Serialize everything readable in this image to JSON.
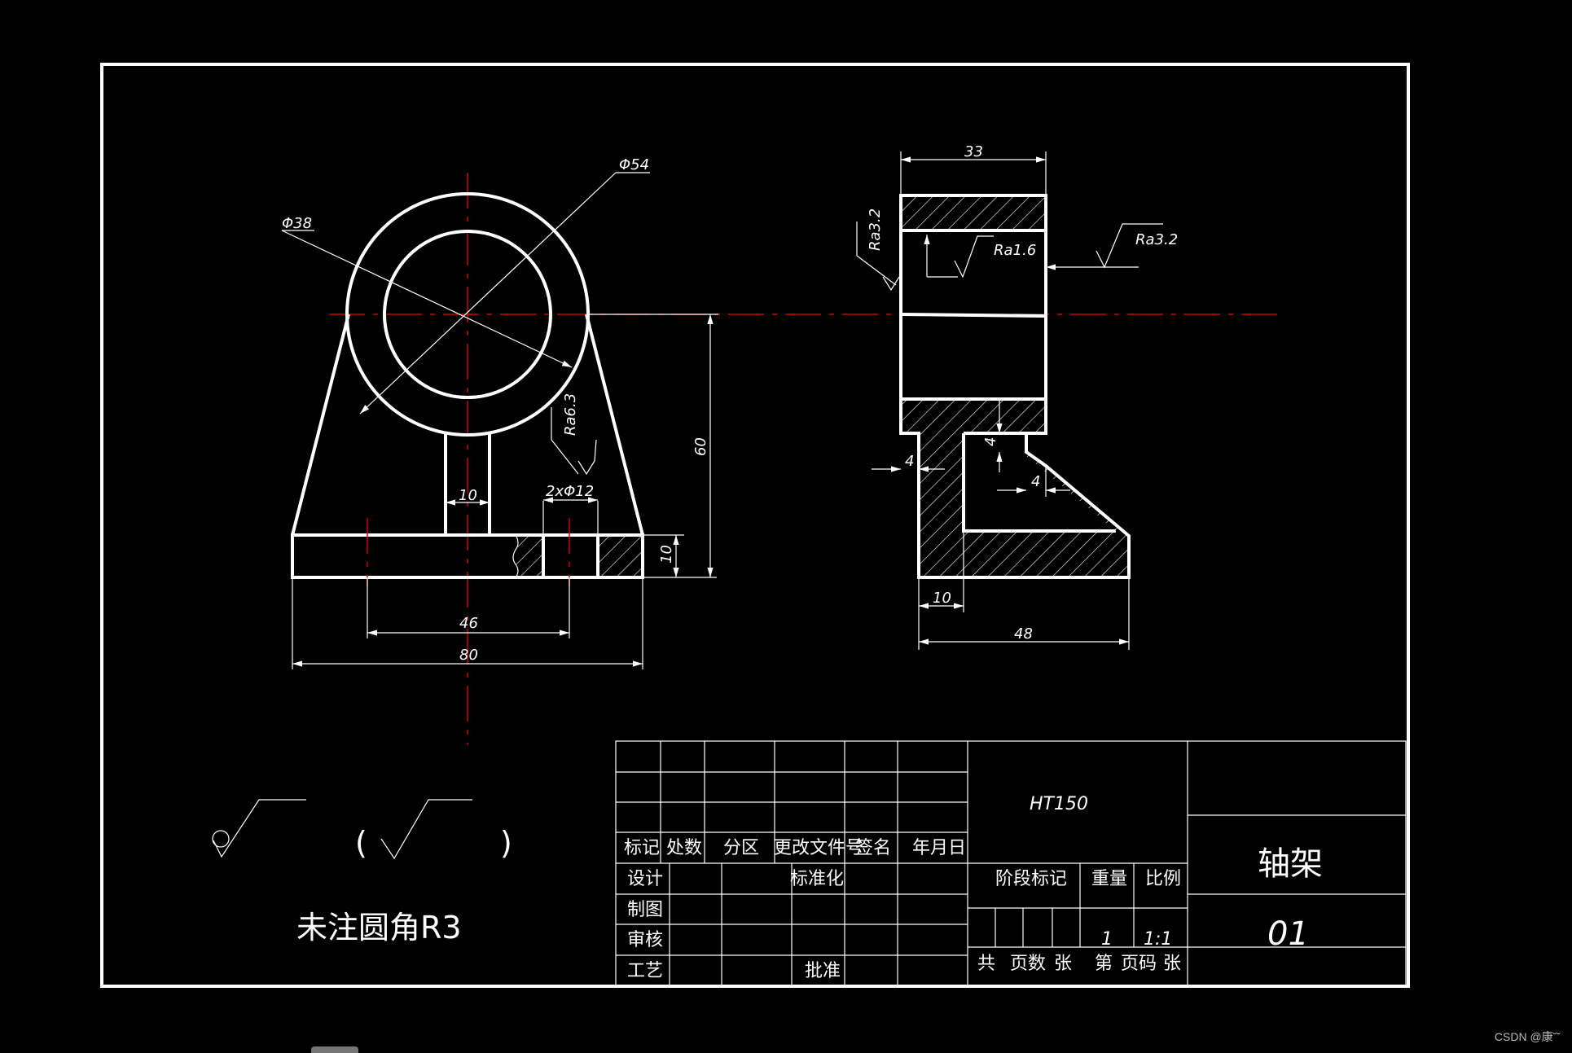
{
  "dimensions": {
    "outer_dia": "Φ54",
    "inner_dia": "Φ38",
    "rib_width": "10",
    "holes": "2xΦ12",
    "hole_spacing": "46",
    "base_width": "80",
    "base_thickness": "10",
    "center_height": "60",
    "side_width": "33",
    "side_gap_a": "4",
    "side_gap_b": "4",
    "side_gap_c": "4",
    "side_wall": "10",
    "side_base": "48"
  },
  "roughness": {
    "front_hole": "Ra6.3",
    "side_top": "Ra3.2",
    "side_bore": "Ra1.6",
    "side_right": "Ra3.2"
  },
  "notes": {
    "fillet": "未注圆角R3",
    "paren_open": "(",
    "paren_close": ")"
  },
  "title_block": {
    "headers": [
      "标记",
      "处数",
      "分区",
      "更改文件号",
      "签名",
      "年月日"
    ],
    "design": "设计",
    "standardization": "标准化",
    "drawing": "制图",
    "review": "审核",
    "process": "工艺",
    "approval": "批准",
    "material": "HT150",
    "stage_mark": "阶段标记",
    "weight": "重量",
    "scale": "比例",
    "weight_value": "1",
    "scale_value": "1:1",
    "total": "共",
    "pages": "页数",
    "sheet1": "张",
    "no": "第",
    "page_no": "页码",
    "sheet2": "张",
    "part_name": "轴架",
    "part_number": "01"
  },
  "watermark": "CSDN @康˘˘"
}
